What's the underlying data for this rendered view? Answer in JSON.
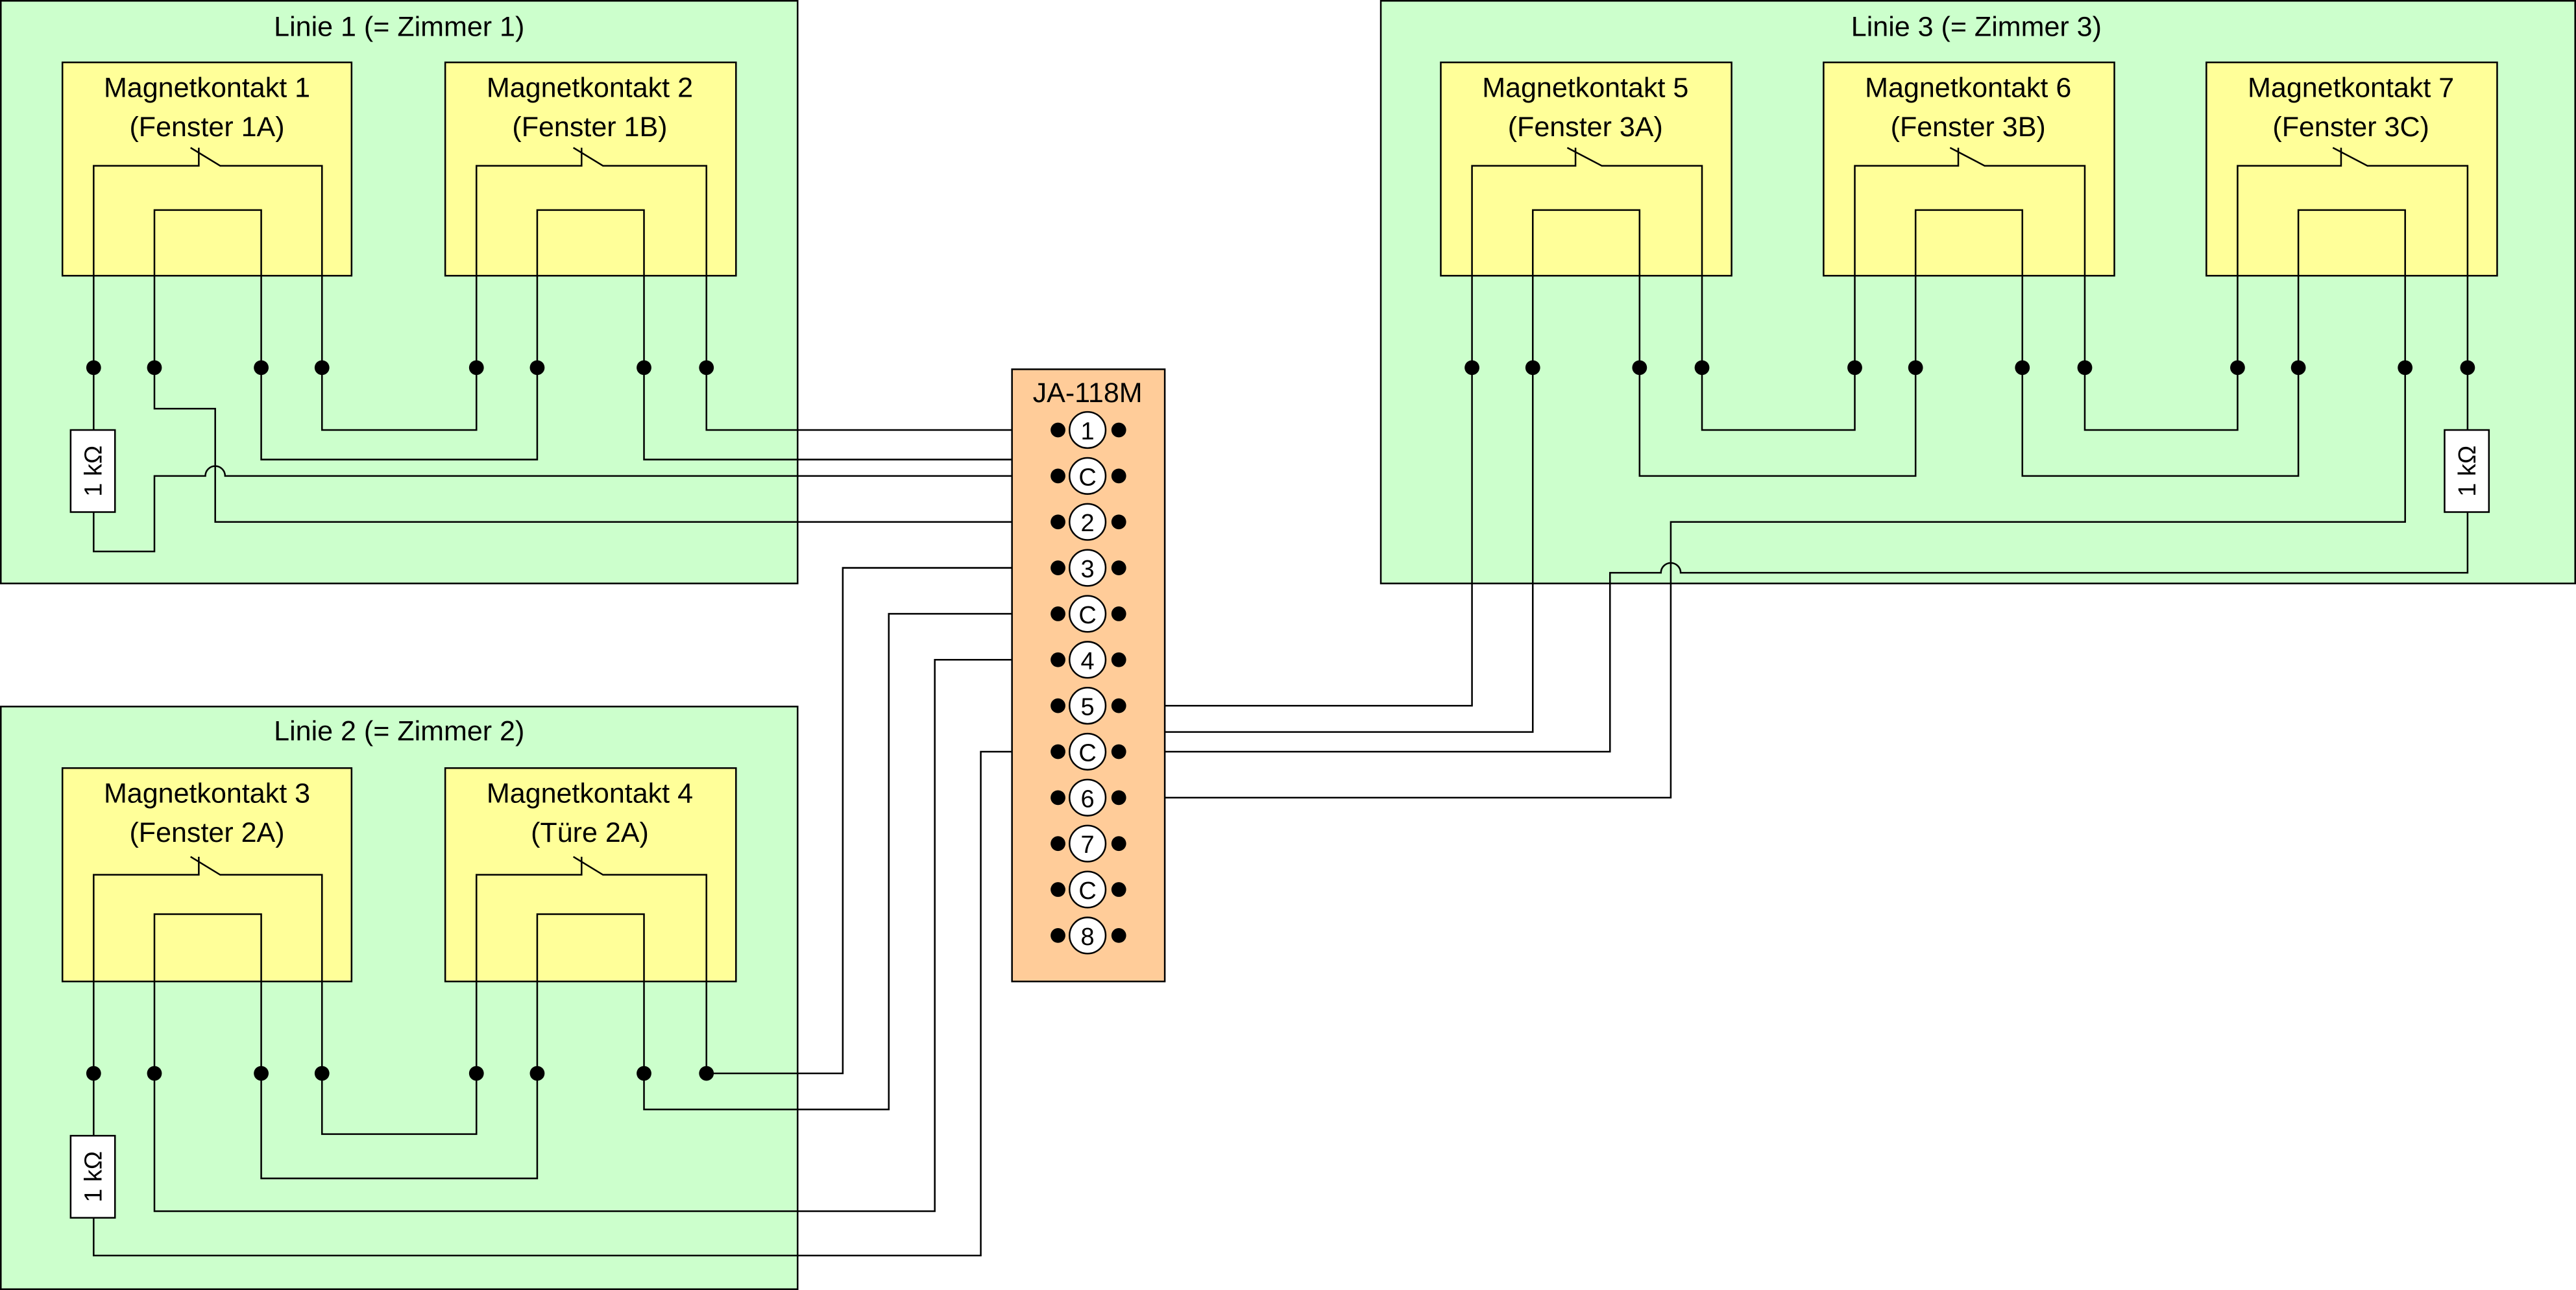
{
  "diagram": {
    "type": "wiring-diagram",
    "colors": {
      "zone_fill": "#ccffcc",
      "contact_fill": "#ffff99",
      "block_fill": "#ffcc99",
      "wire": "#000000"
    },
    "zones": [
      {
        "id": "linie1",
        "title": "Linie 1 (= Zimmer 1)",
        "contacts": [
          {
            "name": "Magnetkontakt 1",
            "location": "(Fenster 1A)"
          },
          {
            "name": "Magnetkontakt 2",
            "location": "(Fenster 1B)"
          }
        ],
        "resistor": "1 kΩ"
      },
      {
        "id": "linie2",
        "title": "Linie 2 (= Zimmer 2)",
        "contacts": [
          {
            "name": "Magnetkontakt 3",
            "location": "(Fenster 2A)"
          },
          {
            "name": "Magnetkontakt 4",
            "location": "(Türe 2A)"
          }
        ],
        "resistor": "1 kΩ"
      },
      {
        "id": "linie3",
        "title": "Linie 3 (= Zimmer 3)",
        "contacts": [
          {
            "name": "Magnetkontakt 5",
            "location": "(Fenster 3A)"
          },
          {
            "name": "Magnetkontakt 6",
            "location": "(Fenster 3B)"
          },
          {
            "name": "Magnetkontakt 7",
            "location": "(Fenster 3C)"
          }
        ],
        "resistor": "1 kΩ"
      }
    ],
    "terminal_block": {
      "title": "JA-118M",
      "terminals": [
        "1",
        "C",
        "2",
        "3",
        "C",
        "4",
        "5",
        "C",
        "6",
        "7",
        "C",
        "8"
      ]
    },
    "connections": [
      {
        "zone": "linie1",
        "terminals": [
          "1",
          "C",
          "2"
        ]
      },
      {
        "zone": "linie2",
        "terminals": [
          "3",
          "C",
          "4"
        ]
      },
      {
        "zone": "linie3",
        "terminals": [
          "5",
          "C",
          "6"
        ]
      }
    ]
  }
}
